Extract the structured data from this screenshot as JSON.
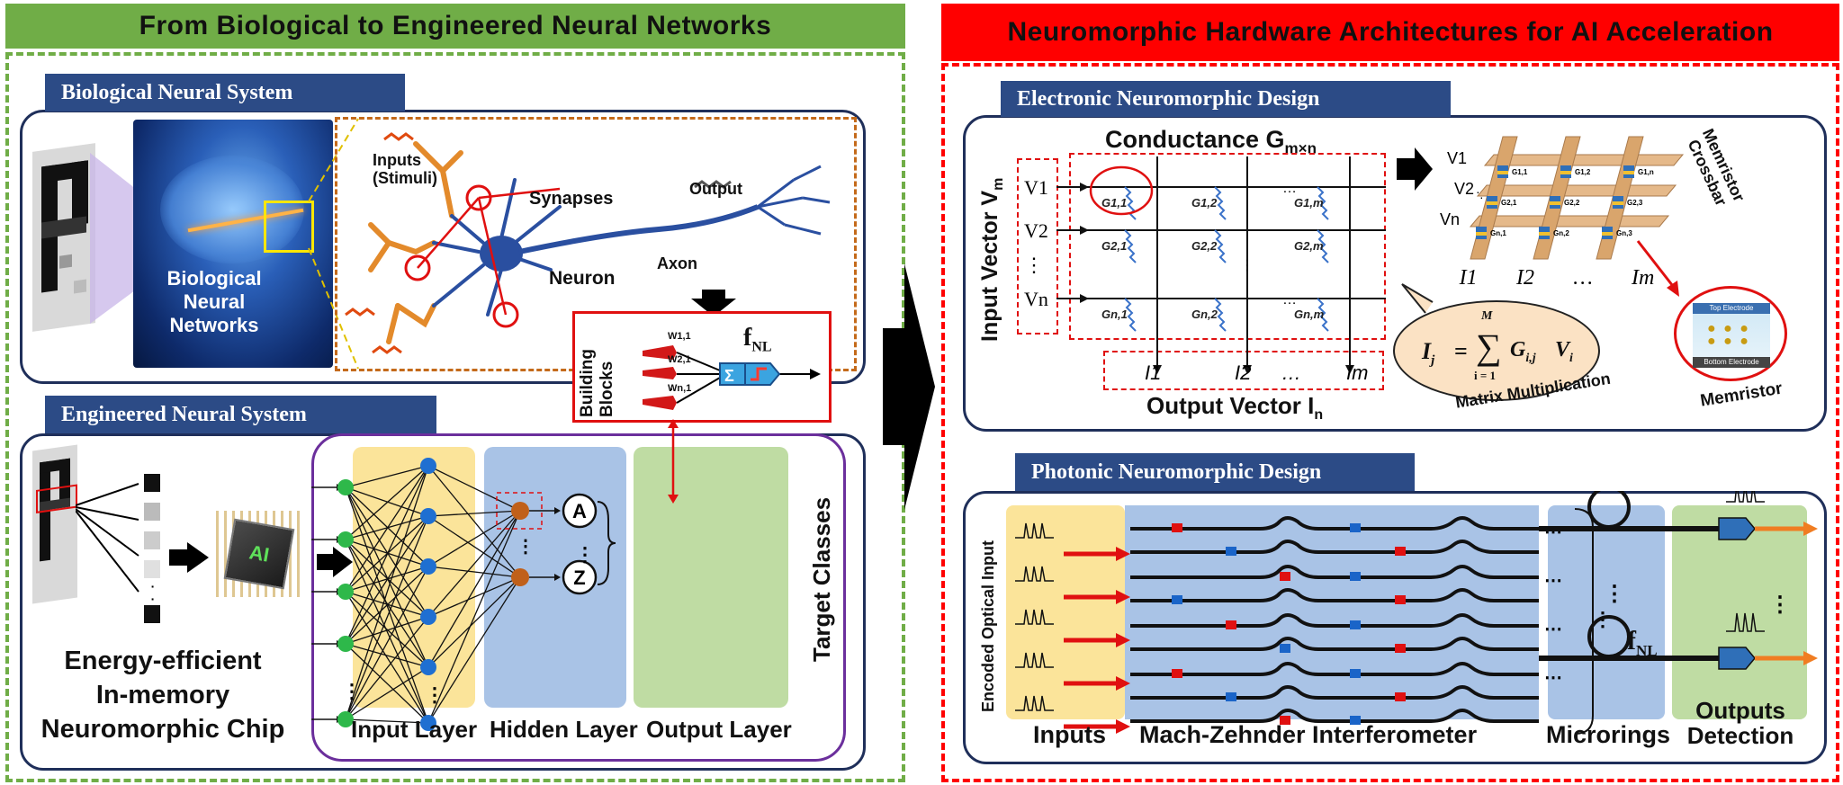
{
  "left": {
    "banner": "From Biological to Engineered Neural Networks",
    "bio": {
      "tab": "Biological Neural System",
      "brain_label": [
        "Biological",
        "Neural",
        "Networks"
      ],
      "inputs_label": [
        "Inputs",
        "(Stimuli)"
      ],
      "synapses": "Synapses",
      "output": "Output",
      "axon": "Axon",
      "neuron": "Neuron",
      "building_blocks": [
        "Building",
        "Blocks"
      ],
      "weights": [
        "W1,1",
        "W2,1",
        "Wn,1"
      ],
      "fnl": "f",
      "fnl_sub": "NL",
      "sum_symbol": "Σ"
    },
    "eng": {
      "tab": "Engineered Neural System",
      "chip_text": "AI",
      "chip_caption": [
        "Energy-efficient",
        "In-memory",
        "Neuromorphic Chip"
      ],
      "input_layer": "Input Layer",
      "hidden_layer": "Hidden Layer",
      "output_layer": "Output Layer",
      "target_classes": "Target Classes",
      "class_a": "A",
      "class_z": "Z"
    }
  },
  "right": {
    "banner": "Neuromorphic Hardware Architectures for AI Acceleration",
    "electronic": {
      "tab": "Electronic Neuromorphic Design",
      "conductance": "Conductance G",
      "conductance_sub": "m×n",
      "input_vector": "Input Vector V",
      "input_vector_sub": "m",
      "output_vector": "Output Vector I",
      "output_vector_sub": "n",
      "v_labels": [
        "V1",
        "V2",
        "⋮",
        "Vn"
      ],
      "i_labels": [
        "I1",
        "I2",
        "…",
        "Im"
      ],
      "g_cells": [
        "G1,1",
        "G1,2",
        "G1,m",
        "G2,1",
        "G2,2",
        "G2,m",
        "Gn,1",
        "Gn,2",
        "Gn,m"
      ],
      "crossbar_v": [
        "V1",
        "V2",
        "Vn"
      ],
      "crossbar_g": [
        "G1,1",
        "G1,2",
        "G1,n",
        "G2,1",
        "G2,2",
        "G2,3",
        "Gn,1",
        "Gn,2",
        "Gn,3"
      ],
      "crossbar_i": [
        "I1",
        "I2",
        "…",
        "Im"
      ],
      "memristor_crossbar": [
        "Memristor",
        "Crossbar"
      ],
      "formula_lhs": "I",
      "formula_sub_j": "j",
      "formula_eq": "=",
      "formula_sum_top": "M",
      "formula_sum_bottom": "i = 1",
      "formula_rhs_g": "G",
      "formula_rhs_g_sub": "i,j",
      "formula_rhs_v": "V",
      "formula_rhs_v_sub": "i",
      "matrix_mult": "Matrix Multiplication",
      "memristor": "Memristor",
      "top_electrode": "Top Electrode",
      "bottom_electrode": "Bottom Electrode"
    },
    "photonic": {
      "tab": "Photonic Neuromorphic Design",
      "encoded": "Encoded Optical Input",
      "inputs": "Inputs",
      "mzi": "Mach-Zehnder Interferometer",
      "microrings": "Microrings",
      "outputs": [
        "Outputs",
        "Detection"
      ],
      "fnl": "f",
      "fnl_sub": "NL"
    }
  },
  "colors": {
    "green_banner": "#70ad47",
    "red_banner": "#ff0000",
    "tab_blue": "#2c4b86",
    "input_layer_bg": "#fbe49a",
    "hidden_layer_bg": "#a9c3e6",
    "output_layer_bg": "#bfdca3",
    "neuron_blue": "#1f6fd1",
    "neuron_green": "#2eb84a",
    "neuron_orange": "#c0601a"
  }
}
